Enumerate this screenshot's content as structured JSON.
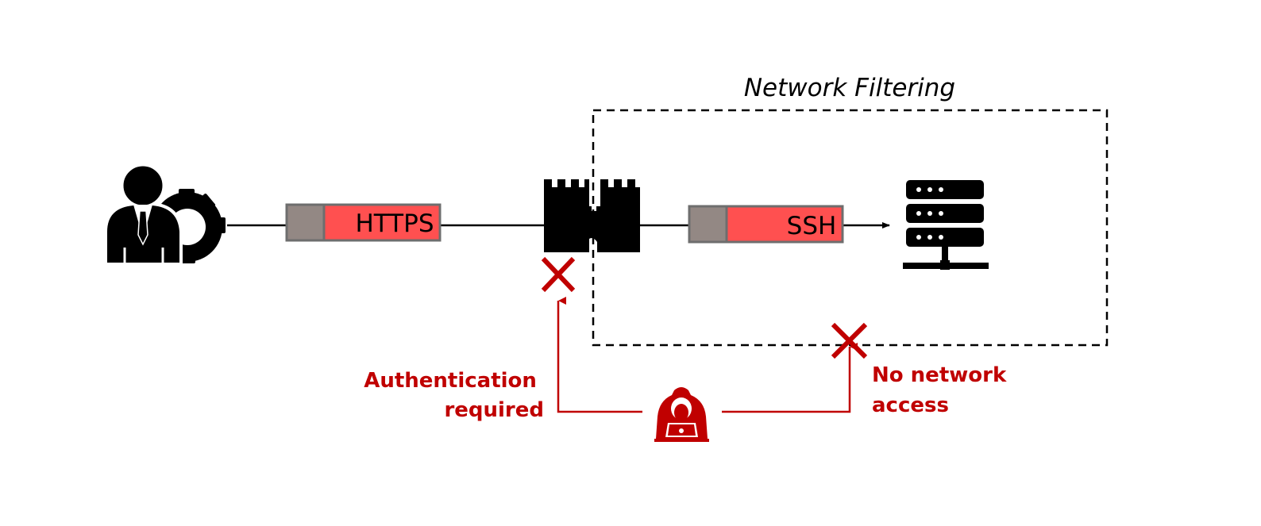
{
  "zone": {
    "label": "Network Filtering"
  },
  "packets": [
    {
      "label": "HTTPS"
    },
    {
      "label": "SSH"
    }
  ],
  "annotations": {
    "auth": [
      "Authentication",
      "required"
    ],
    "network": [
      "No network",
      "access"
    ]
  },
  "icons": {
    "admin": "admin-gear-icon",
    "bastion": "castle-icon",
    "server": "server-icon",
    "attacker": "hacker-icon",
    "blocked": "cross-icon"
  },
  "colors": {
    "accent_red": "#c00000",
    "packet_body": "#ff5050",
    "packet_header": "#938884",
    "packet_border": "#6e6e6e",
    "line": "#000000"
  }
}
